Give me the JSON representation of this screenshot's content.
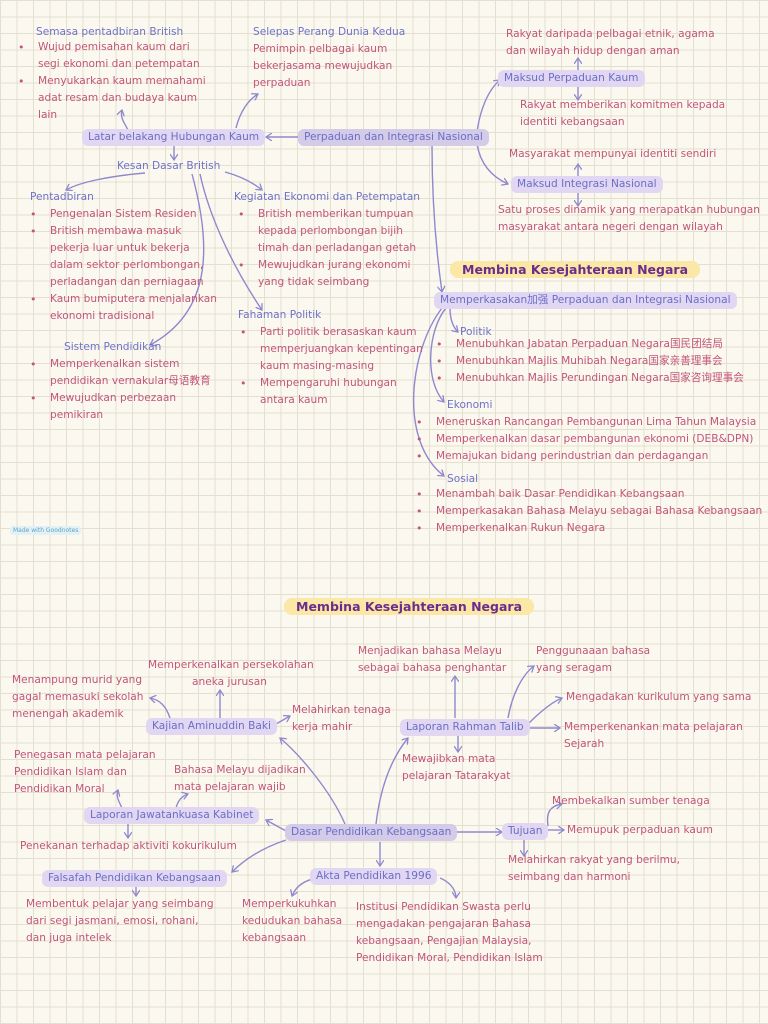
{
  "page1": {
    "center": "Perpaduan dan Integrasi Nasional",
    "latar": {
      "label": "Latar belakang Hubungan Kaum",
      "british": {
        "header": "Semasa pentadbiran British",
        "items": [
          [
            "Wujud pemisahan kaum dari",
            "segi ekonomi dan petempatan"
          ],
          [
            "Menyukarkan kaum memahami",
            "adat resam dan budaya kaum",
            "lain"
          ]
        ]
      },
      "perang": [
        "Selepas Perang Dunia Kedua",
        "Pemimpin pelbagai kaum",
        "bekerjasama mewujudkan",
        "perpaduan"
      ]
    },
    "kesan": {
      "label": "Kesan Dasar British",
      "pentadbiran": {
        "header": "Pentadbiran",
        "items": [
          [
            "Pengenalan Sistem Residen"
          ],
          [
            "British membawa masuk",
            "pekerja luar untuk bekerja",
            "dalam sektor perlombongan,",
            "perladangan dan perniagaan"
          ],
          [
            "Kaum bumiputera menjalankan",
            "ekonomi tradisional"
          ]
        ]
      },
      "ekonomi": {
        "header": "Kegiatan Ekonomi dan Petempatan",
        "items": [
          [
            "British memberikan tumpuan",
            "kepada perlombongan bijih",
            "timah dan perladangan getah"
          ],
          [
            "Mewujudkan jurang ekonomi",
            "yang tidak seimbang"
          ]
        ]
      },
      "politik": {
        "header": "Fahaman Politik",
        "items": [
          [
            "Parti politik berasaskan kaum",
            "memperjuangkan kepentingan",
            "kaum masing-masing"
          ],
          [
            "Mempengaruhi hubungan",
            "antara kaum"
          ]
        ]
      },
      "pendidikan": {
        "header": "Sistem Pendidikan",
        "items": [
          [
            "Memperkenalkan sistem",
            "pendidikan vernakular母语教育"
          ],
          [
            "Mewujudkan perbezaan",
            "pemikiran"
          ]
        ]
      }
    },
    "perpaduan": {
      "label": "Maksud Perpaduan Kaum",
      "above": [
        "Rakyat daripada pelbagai etnik, agama",
        "dan wilayah hidup dengan aman"
      ],
      "below": [
        "Rakyat memberikan komitmen kepada",
        "identiti kebangsaan"
      ]
    },
    "integrasi": {
      "label": "Maksud Integrasi Nasional",
      "above": "Masyarakat mempunyai identiti sendiri",
      "below": [
        "Satu proses dinamik yang merapatkan hubungan",
        "masyarakat antara negeri dengan wilayah"
      ]
    },
    "title": "Membina Kesejahteraan Negara",
    "perkasakan": {
      "label": "Memperkasakan加强 Perpaduan dan Integrasi Nasional",
      "politik": {
        "header": "Politik",
        "items": [
          "Menubuhkan Jabatan Perpaduan Negara国民团结局",
          "Menubuhkan Majlis Muhibah Negara国家亲善理事会",
          "Menubuhkan Majlis Perundingan Negara国家咨询理事会"
        ]
      },
      "ekonomi": {
        "header": "Ekonomi",
        "items": [
          "Meneruskan Rancangan Pembangunan Lima Tahun Malaysia",
          "Memperkenalkan dasar pembangunan ekonomi (DEB&DPN)",
          "Memajukan bidang perindustrian dan perdagangan"
        ]
      },
      "sosial": {
        "header": "Sosial",
        "items": [
          "Menambah baik Dasar Pendidikan Kebangsaan",
          "Memperkasakan Bahasa Melayu sebagai Bahasa Kebangsaan",
          "Memperkenalkan Rukun Negara"
        ]
      }
    },
    "logo": "Made with Goodnotes"
  },
  "page2": {
    "title": "Membina Kesejahteraan Negara",
    "center": "Dasar Pendidikan Kebangsaan",
    "aminuddin": {
      "label": "Kajian Aminuddin Baki",
      "left": [
        "Menampung murid yang",
        "gagal memasuki sekolah",
        "menengah akademik"
      ],
      "top": [
        "Memperkenalkan persekolahan",
        "aneka jurusan"
      ],
      "right": [
        "Melahirkan tenaga",
        "kerja mahir"
      ]
    },
    "rahman": {
      "label": "Laporan Rahman Talib",
      "top1": [
        "Menjadikan bahasa Melayu",
        "sebagai bahasa penghantar"
      ],
      "top2": [
        "Penggunaaan bahasa",
        "yang seragam"
      ],
      "right1": "Mengadakan kurikulum yang sama",
      "right2": [
        "Memperkenankan mata pelajaran",
        "Sejarah"
      ],
      "below": [
        "Mewajibkan mata",
        "pelajaran Tatarakyat"
      ]
    },
    "kabinet": {
      "label": "Laporan Jawatankuasa Kabinet",
      "left": [
        "Penegasan mata pelajaran",
        "Pendidikan Islam dan",
        "Pendidikan Moral"
      ],
      "right": [
        "Bahasa Melayu dijadikan",
        "mata pelajaran wajib"
      ],
      "below": "Penekanan terhadap aktiviti kokurikulum"
    },
    "falsafah": {
      "label": "Falsafah Pendidikan Kebangsaan",
      "below": [
        "Membentuk pelajar yang seimbang",
        "dari segi jasmani, emosi, rohani,",
        "dan juga intelek"
      ]
    },
    "akta": {
      "label": "Akta Pendidikan 1996",
      "left": [
        "Memperkukuhkan",
        "kedudukan bahasa",
        "kebangsaan"
      ],
      "right": [
        "Institusi Pendidikan Swasta perlu",
        "mengadakan pengajaran Bahasa",
        "kebangsaan, Pengajian Malaysia,",
        "Pendidikan Moral, Pendidikan Islam"
      ]
    },
    "tujuan": {
      "label": "Tujuan",
      "items": [
        "Membekalkan sumber tenaga",
        "Memupuk perpaduan kaum"
      ],
      "below": [
        "Melahirkan rakyat yang berilmu,",
        "seimbang dan harmoni"
      ]
    }
  }
}
